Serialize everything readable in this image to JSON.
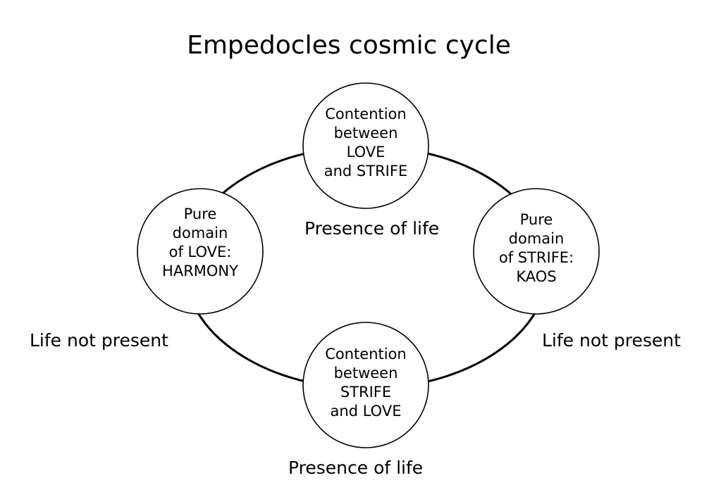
{
  "title": "Empedocles cosmic cycle",
  "nodes": {
    "top": [
      "Contention",
      "between",
      "LOVE",
      "and STRIFE"
    ],
    "left": [
      "Pure",
      "domain",
      "of LOVE:",
      "HARMONY"
    ],
    "right": [
      "Pure",
      "domain",
      "of STRIFE:",
      "KAOS"
    ],
    "bottom": [
      "Contention",
      "between",
      "STRIFE",
      "and LOVE"
    ]
  },
  "labels": {
    "top": "Presence of life",
    "bottom": "Presence of life",
    "left": "Life not present",
    "right": "Life not present"
  }
}
